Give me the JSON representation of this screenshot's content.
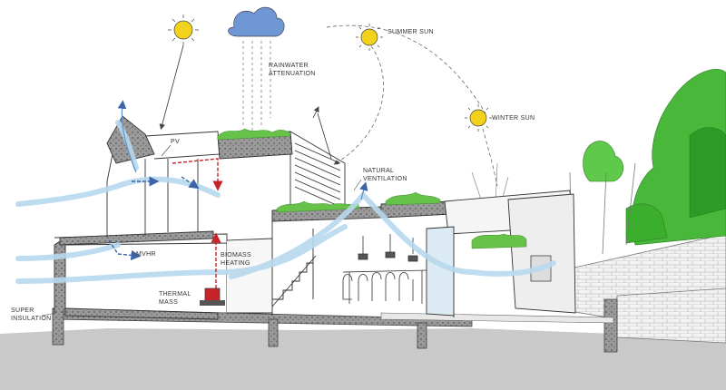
{
  "labels": {
    "pv": "PV",
    "rainwater": "RAINWATER\nATTENUATION",
    "summer_sun": "SUMMER SUN",
    "winter_sun": "WINTER SUN",
    "natural_ventilation": "NATURAL\nVENTILATION",
    "mvhr": "MVHR",
    "biomass": "BIOMASS\nHEATING",
    "thermal_mass": "THERMAL\nMASS",
    "super_insulation": "SUPER\nINSULATION"
  },
  "colors": {
    "sun": "#f2d21b",
    "cloud": "#6e97d4",
    "airflow": "#b8d9ee",
    "airflow_dark": "#3d63a8",
    "heat": "#c8232a",
    "green_roof": "#67c24a",
    "concrete": "#8d8d8d",
    "ground": "#c9c9c9",
    "glass": "#dcebf3",
    "trees": "#3cae2e"
  }
}
